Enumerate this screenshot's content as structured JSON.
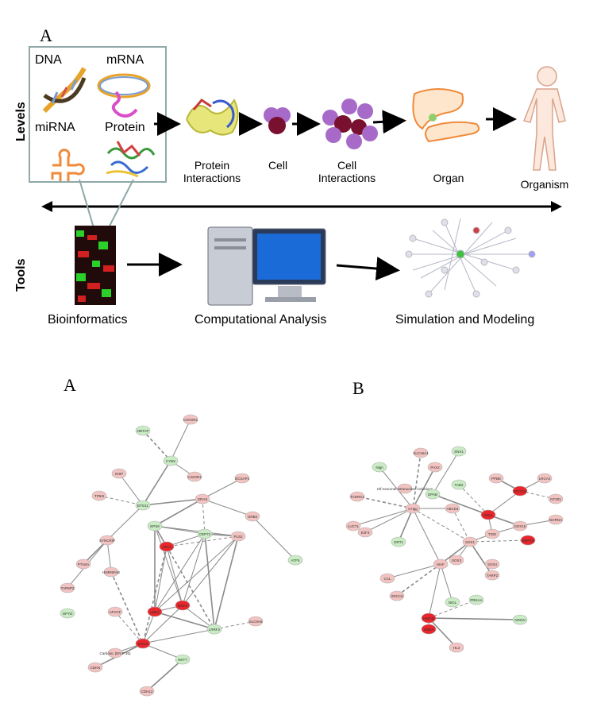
{
  "top": {
    "panel_letter": "A",
    "axis_labels": {
      "levels": "Levels",
      "tools": "Tools"
    },
    "box_items": {
      "dna": "DNA",
      "mrna": "mRNA",
      "mirna": "miRNA",
      "protein": "Protein"
    },
    "stages": {
      "protein_interactions": "Protein\nInteractions",
      "cell": "Cell",
      "cell_interactions": "Cell\nInteractions",
      "organ": "Organ",
      "organism": "Organism"
    },
    "tools": {
      "bioinformatics": "Bioinformatics",
      "computational": "Computational Analysis",
      "simulation": "Simulation and Modeling"
    }
  },
  "bottom": {
    "left_letter": "A",
    "right_letter": "B",
    "network_a_nodes": [
      "OBTAP",
      "CHKSR1",
      "CYBS",
      "C22OR1",
      "SHIP",
      "OCSAP1",
      "TP53I",
      "BTG11",
      "GRAS",
      "GRB2",
      "SYNCRIP",
      "PTN4A",
      "TAR6P2",
      "HNRNPAB",
      "EPS8",
      "CEP72",
      "PLS2",
      "ATF5",
      "APVCF",
      "ARL2",
      "RNF2",
      "UBE2",
      "LRRF2",
      "SLC9A6",
      "OPYD",
      "CDKN",
      "SOCS",
      "CDH12",
      "NKT7",
      "Carbonic (EN P:35)"
    ],
    "network_b_nodes": [
      "SLC16A1",
      "SNX1",
      "Nlgn",
      "PAX2",
      "TAB2",
      "PPBE",
      "LRCA4",
      "Hif-neuronal intranuclear inclusions",
      "TCERG1",
      "DPAB",
      "NOTCH",
      "NT301",
      "GRIA",
      "CHgg",
      "ABCD4",
      "SOX15",
      "NORNA",
      "LUCTL",
      "E2F3",
      "TIGE",
      "SOX1",
      "BMP15",
      "ORT1",
      "SOX3",
      "CCL",
      "SOX4",
      "MAF",
      "XRCC6",
      "NIGL",
      "HMGB",
      "NRGN",
      "PRKAA",
      "TARP2",
      "HL2",
      "HNRA"
    ]
  },
  "colors": {
    "node_red": "#e8262b",
    "node_pink": "#f2c3c0",
    "node_green": "#c9ecc4",
    "node_bright_green": "#39c43e",
    "edge_gray": "#8a8a8a",
    "box_border": "#8fa8a8"
  }
}
